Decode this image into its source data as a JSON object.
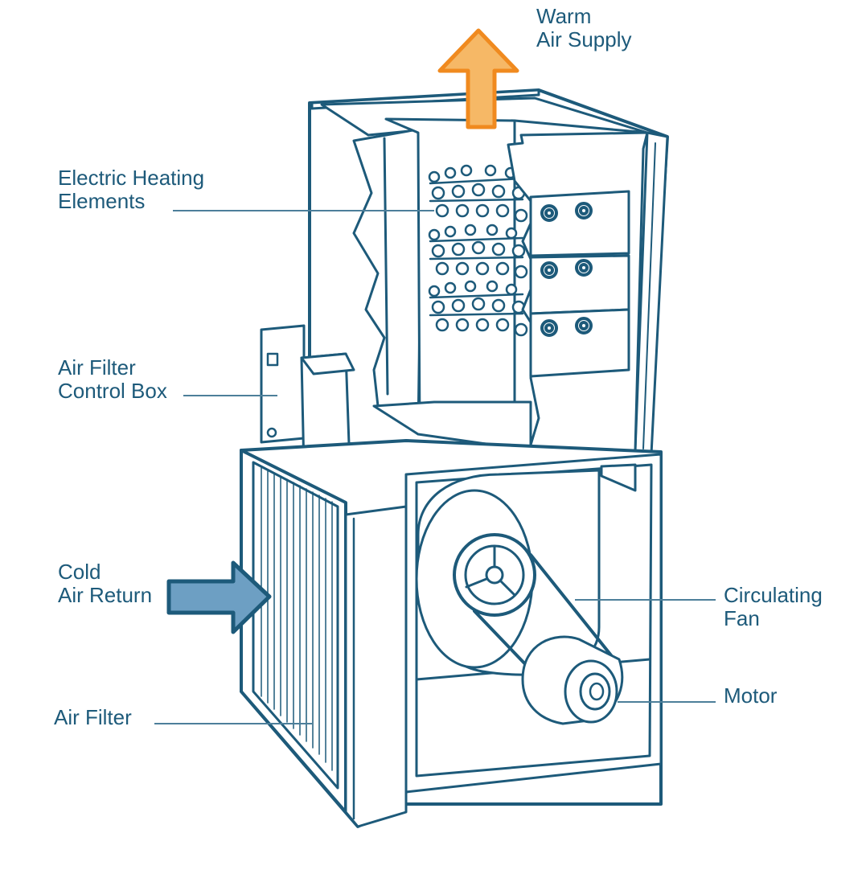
{
  "labels": {
    "warm_air": {
      "line1": "Warm",
      "line2": "Air Supply"
    },
    "heating": {
      "line1": "Electric Heating",
      "line2": "Elements"
    },
    "control_box": {
      "line1": "Air Filter",
      "line2": "Control Box"
    },
    "cold_air": {
      "line1": "Cold",
      "line2": "Air Return"
    },
    "air_filter": {
      "line1": "Air Filter"
    },
    "fan": {
      "line1": "Circulating",
      "line2": "Fan"
    },
    "motor": {
      "line1": "Motor"
    }
  },
  "colors": {
    "outline": "#1d5a7a",
    "label_text": "#1d5a7a",
    "leader_line": "#4d7f9a",
    "warm_arrow": "#f6b866",
    "warm_arrow_stroke": "#f08a1f",
    "cold_arrow": "#6d9fc3",
    "cold_arrow_stroke": "#1d5a7a",
    "background": "#ffffff"
  },
  "icons": [
    "warm-air-arrow-icon",
    "cold-air-arrow-icon"
  ]
}
